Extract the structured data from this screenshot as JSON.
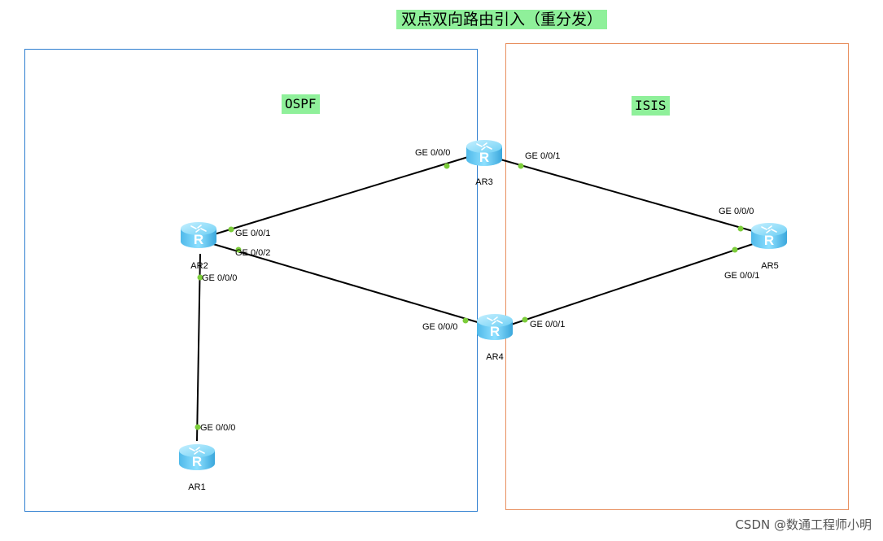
{
  "title": "双点双向路由引入（重分发）",
  "areas": {
    "ospf": {
      "label": "OSPF",
      "border_color": "#2f7fd0"
    },
    "isis": {
      "label": "ISIS",
      "border_color": "#e89060"
    }
  },
  "label_bg_color": "#8ff09a",
  "router_icon": "router-icon",
  "routers": {
    "ar1": "AR1",
    "ar2": "AR2",
    "ar3": "AR3",
    "ar4": "AR4",
    "ar5": "AR5"
  },
  "links": [
    {
      "a": "AR1",
      "a_port": "GE 0/0/0",
      "b": "AR2",
      "b_port": "GE 0/0/0"
    },
    {
      "a": "AR2",
      "a_port": "GE 0/0/1",
      "b": "AR3",
      "b_port": "GE 0/0/0"
    },
    {
      "a": "AR2",
      "a_port": "GE 0/0/2",
      "b": "AR4",
      "b_port": "GE 0/0/0"
    },
    {
      "a": "AR3",
      "a_port": "GE 0/0/1",
      "b": "AR5",
      "b_port": "GE 0/0/0"
    },
    {
      "a": "AR4",
      "a_port": "GE 0/0/1",
      "b": "AR5",
      "b_port": "GE 0/0/1"
    }
  ],
  "watermark": "CSDN @数通工程师小明"
}
